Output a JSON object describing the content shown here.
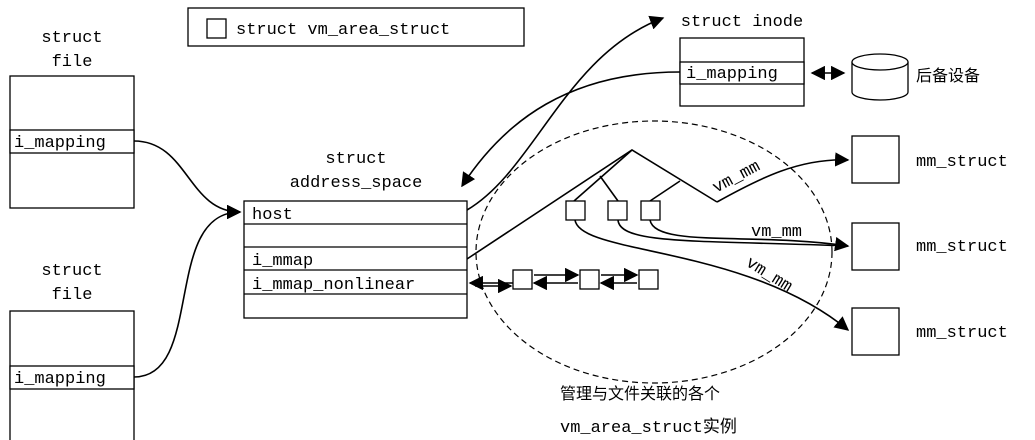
{
  "legend": {
    "label": "struct vm_area_struct"
  },
  "file_1": {
    "title_line1": "struct",
    "title_line2": "file",
    "field": "i_mapping"
  },
  "file_2": {
    "title_line1": "struct",
    "title_line2": "file",
    "field": "i_mapping"
  },
  "inode": {
    "title": "struct inode",
    "field": "i_mapping"
  },
  "backing_device": {
    "label": "后备设备"
  },
  "address_space": {
    "title_line1": "struct",
    "title_line2": "address_space",
    "fields": [
      "host",
      "i_mmap",
      "i_mmap_nonlinear"
    ]
  },
  "mm_structs": [
    "mm_struct",
    "mm_struct",
    "mm_struct"
  ],
  "edge_labels": [
    "vm_mm",
    "vm_mm",
    "vm_mm"
  ],
  "caption": {
    "line1": "管理与文件关联的各个",
    "line2": "vm_area_struct实例"
  }
}
